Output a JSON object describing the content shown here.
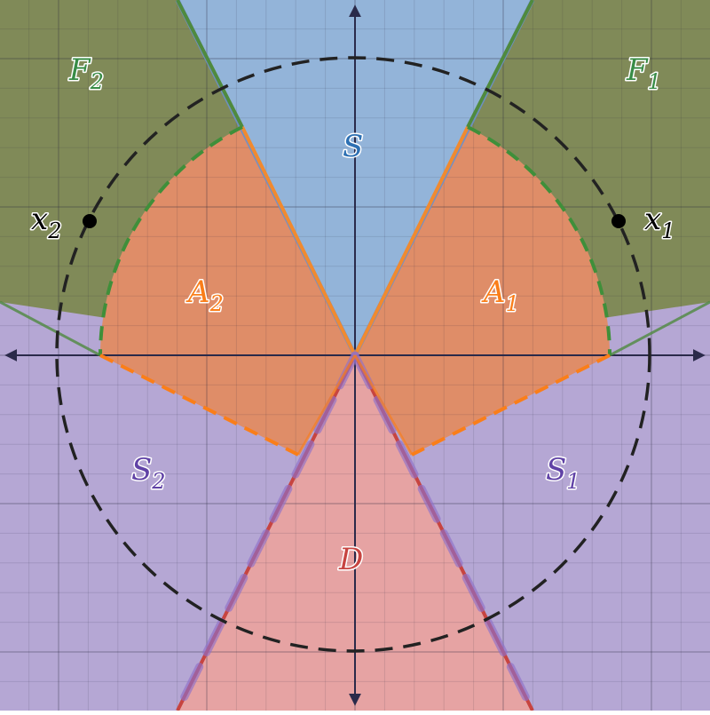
{
  "regions": {
    "S": {
      "label": "S",
      "sub": "",
      "color": "#2d70b3"
    },
    "D": {
      "label": "D",
      "sub": "",
      "color": "#c74440"
    },
    "F1": {
      "label": "F",
      "sub": "1",
      "color": "#388c46"
    },
    "F2": {
      "label": "F",
      "sub": "2",
      "color": "#388c46"
    },
    "A1": {
      "label": "A",
      "sub": "1",
      "color": "#fa7e19"
    },
    "A2": {
      "label": "A",
      "sub": "2",
      "color": "#fa7e19"
    },
    "S1": {
      "label": "S",
      "sub": "1",
      "color": "#6042a6"
    },
    "S2": {
      "label": "S",
      "sub": "2",
      "color": "#6042a6"
    }
  },
  "points": {
    "x1": {
      "label": "x",
      "sub": "1"
    },
    "x2": {
      "label": "x",
      "sub": "2"
    }
  },
  "colors": {
    "blue": "#2d70b3",
    "red": "#c74440",
    "green": "#388c46",
    "orange": "#fa7e19",
    "purple": "#6042a6",
    "axis": "#2a2a4a",
    "circle": "#222222"
  }
}
